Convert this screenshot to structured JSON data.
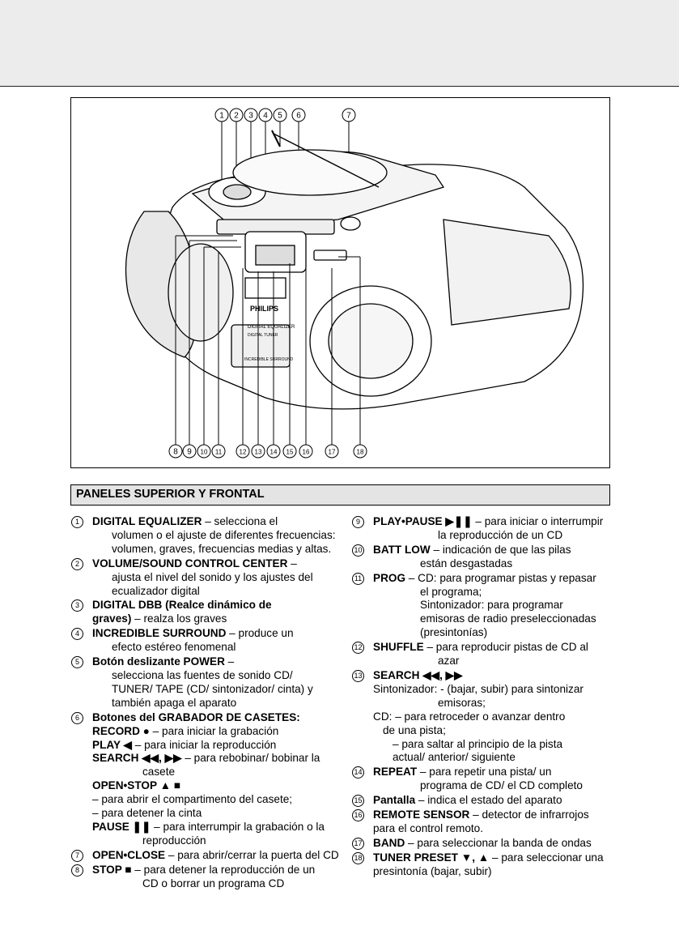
{
  "callouts": {
    "top": [
      "1",
      "2",
      "3",
      "4",
      "5",
      "6",
      "7"
    ],
    "bottom": [
      "8",
      "9",
      "10",
      "11",
      "12",
      "13",
      "14",
      "15",
      "16",
      "17",
      "18"
    ]
  },
  "device": {
    "brand": "PHILIPS",
    "lines": [
      "DIGITAL EQUALIZER",
      "DIGITAL TUNER",
      "INCREDIBLE SURROUND"
    ]
  },
  "section_title": "PANELES SUPERIOR Y FRONTAL",
  "left_items": [
    {
      "n": "1",
      "lines": [
        [
          "DIGITAL EQUALIZER",
          " – selecciona el"
        ],
        [
          "",
          "volumen o el ajuste de diferentes frecuencias:"
        ],
        [
          "",
          "volumen, graves, frecuencias medias y altas."
        ]
      ]
    },
    {
      "n": "2",
      "lines": [
        [
          "VOLUME/SOUND CONTROL CENTER",
          " –"
        ],
        [
          "",
          "ajusta el nivel del sonido y los ajustes del"
        ],
        [
          "",
          "ecualizador digital"
        ]
      ]
    },
    {
      "n": "3",
      "lines": [
        [
          "DIGITAL DBB (Realce dinámico de",
          ""
        ],
        [
          "graves)",
          " – realza los graves"
        ]
      ]
    },
    {
      "n": "4",
      "lines": [
        [
          "INCREDIBLE SURROUND",
          " – produce un"
        ],
        [
          "",
          "efecto estéreo fenomenal"
        ]
      ]
    },
    {
      "n": "5",
      "lines": [
        [
          "Botón deslizante POWER",
          " –"
        ],
        [
          "",
          "selecciona las fuentes de sonido CD/"
        ],
        [
          "",
          "TUNER/ TAPE (CD/ sintonizador/ cinta) y"
        ],
        [
          "",
          "también apaga el aparato"
        ]
      ]
    },
    {
      "n": "6",
      "lines": [
        [
          "Botones del GRABADOR DE CASETES:",
          ""
        ],
        [
          "RECORD ●",
          " – para iniciar la grabación"
        ],
        [
          "PLAY ◀",
          " – para iniciar la reproducción"
        ],
        [
          "SEARCH ◀◀, ▶▶",
          " – para rebobinar/ bobinar la"
        ],
        [
          "",
          "casete"
        ],
        [
          "OPEN•STOP ▲ ■",
          ""
        ],
        [
          "",
          "– para abrir el compartimento del casete;"
        ],
        [
          "",
          "– para detener la cinta"
        ],
        [
          "PAUSE ❚❚",
          " – para interrumpir la grabación o la"
        ],
        [
          "",
          "reproducción"
        ]
      ]
    },
    {
      "n": "7",
      "lines": [
        [
          "OPEN•CLOSE",
          " – para abrir/cerrar la puerta del CD"
        ]
      ]
    },
    {
      "n": "8",
      "lines": [
        [
          "STOP ■",
          " – para detener la reproducción de un"
        ],
        [
          "",
          "CD o borrar un programa CD"
        ]
      ]
    }
  ],
  "right_items": [
    {
      "n": "9",
      "lines": [
        [
          "PLAY•PAUSE ▶❚❚",
          " – para iniciar o interrumpir"
        ],
        [
          "",
          "la reproducción de un CD"
        ]
      ]
    },
    {
      "n": "10",
      "lines": [
        [
          "BATT LOW",
          " – indicación de que las pilas"
        ],
        [
          "",
          "están desgastadas"
        ]
      ]
    },
    {
      "n": "11",
      "lines": [
        [
          "PROG",
          " – CD: para programar pistas y repasar"
        ],
        [
          "",
          "el programa;"
        ],
        [
          "",
          "Sintonizador: para programar"
        ],
        [
          "",
          "emisoras de radio preseleccionadas"
        ],
        [
          "",
          "(presintonías)"
        ]
      ]
    },
    {
      "n": "12",
      "lines": [
        [
          "SHUFFLE",
          " – para reproducir pistas de CD al"
        ],
        [
          "",
          "azar"
        ]
      ]
    },
    {
      "n": "13",
      "lines": [
        [
          "SEARCH ◀◀, ▶▶",
          ""
        ],
        [
          "",
          "Sintonizador: - (bajar, subir) para sintonizar"
        ],
        [
          "",
          "emisoras;"
        ],
        [
          "",
          "CD: – para retroceder o avanzar dentro"
        ],
        [
          "",
          "de una pista;"
        ],
        [
          "",
          "– para saltar al principio de la pista"
        ],
        [
          "",
          "actual/ anterior/ siguiente"
        ]
      ]
    },
    {
      "n": "14",
      "lines": [
        [
          "REPEAT",
          " – para repetir una pista/ un"
        ],
        [
          "",
          "programa de CD/ el CD completo"
        ]
      ]
    },
    {
      "n": "15",
      "lines": [
        [
          "Pantalla",
          " – indica el estado del aparato"
        ]
      ]
    },
    {
      "n": "16",
      "lines": [
        [
          "REMOTE SENSOR",
          " – detector de infrarrojos"
        ],
        [
          "",
          "para el control remoto."
        ]
      ]
    },
    {
      "n": "17",
      "lines": [
        [
          "BAND",
          " – para seleccionar la banda de ondas"
        ]
      ]
    },
    {
      "n": "18",
      "lines": [
        [
          "TUNER PRESET ▼, ▲",
          " – para seleccionar una"
        ],
        [
          "",
          "presintonía (bajar, subir)"
        ]
      ]
    }
  ]
}
